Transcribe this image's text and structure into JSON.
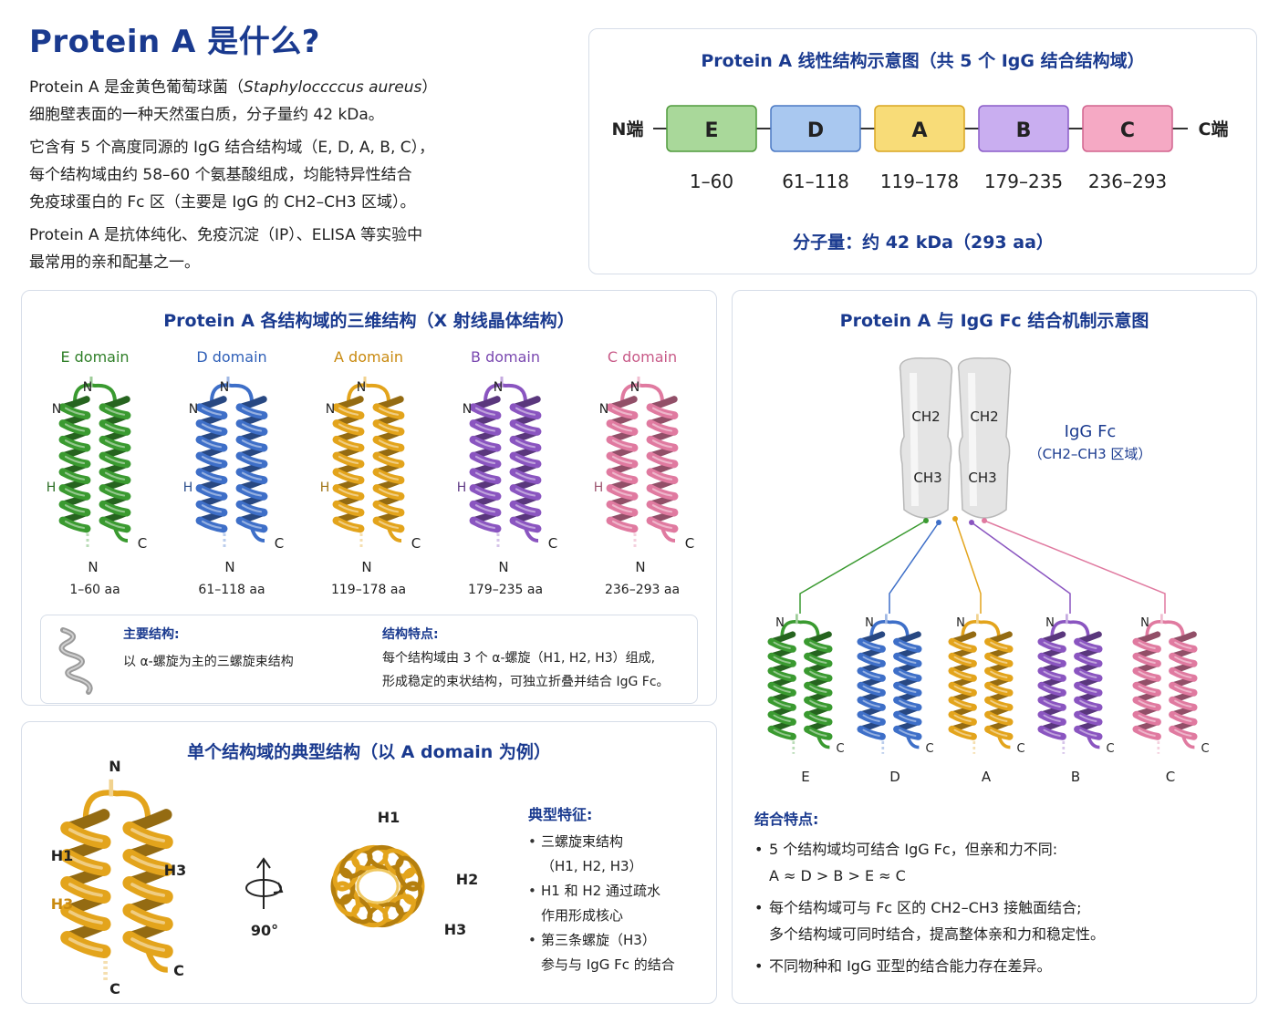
{
  "intro": {
    "title": "Protein A 是什么?",
    "p1_pre": "Protein A 是金黄色葡萄球菌（",
    "p1_italic": "Staphyloccccus aureus",
    "p1_post": "）",
    "p1_line2": "细胞壁表面的一种天然蛋白质，分子量约 42 kDa。",
    "p2_line1": "它含有 5 个高度同源的 IgG 结合结构域（E, D, A, B, C），",
    "p2_line2": "每个结构域由约 58–60 个氨基酸组成，均能特异性结合",
    "p2_line3": "免疫球蛋白的 Fc 区（主要是 IgG 的 CH2–CH3 区域）。",
    "p3_line1": "Protein A 是抗体纯化、免疫沉淀（IP）、ELISA 等实验中",
    "p3_line2": "最常用的亲和配基之一。"
  },
  "linear": {
    "title": "Protein A 线性结构示意图（共 5 个 IgG 结合结构域）",
    "n_label": "N端",
    "c_label": "C端",
    "domains": [
      {
        "name": "E",
        "range": "1–60",
        "fill": "#a9d89a",
        "stroke": "#4f9a3c"
      },
      {
        "name": "D",
        "range": "61–118",
        "fill": "#a9c8f0",
        "stroke": "#4a78c4"
      },
      {
        "name": "A",
        "range": "119–178",
        "fill": "#f8dc78",
        "stroke": "#d9a520"
      },
      {
        "name": "B",
        "range": "179–235",
        "fill": "#c9aef0",
        "stroke": "#8a5cc8"
      },
      {
        "name": "C",
        "range": "236–293",
        "fill": "#f5a9c4",
        "stroke": "#d2648e"
      }
    ],
    "mw": "分子量：约 42 kDa（293 aa）"
  },
  "domains3d": {
    "title": "Protein A 各结构域的三维结构（X 射线晶体结构）",
    "items": [
      {
        "name": "E domain",
        "range": "1–60 aa",
        "color": "#3a9a30",
        "title_color": "#2f7f28"
      },
      {
        "name": "D domain",
        "range": "61–118 aa",
        "color": "#3e6fc8",
        "title_color": "#3060b8"
      },
      {
        "name": "A domain",
        "range": "119–178 aa",
        "color": "#e3a41c",
        "title_color": "#c98a10"
      },
      {
        "name": "B domain",
        "range": "179–235 aa",
        "color": "#8a55c0",
        "title_color": "#7a48b0"
      },
      {
        "name": "C domain",
        "range": "236–293 aa",
        "color": "#e07aa0",
        "title_color": "#c85a88"
      }
    ],
    "label_n": "N",
    "label_c": "C",
    "label_h": "H",
    "note_main_title": "主要结构:",
    "note_main_text": "以 α-螺旋为主的三螺旋束结构",
    "note_feat_title": "结构特点:",
    "note_feat_line1": "每个结构域由 3 个 α-螺旋（H1, H2, H3）组成,",
    "note_feat_line2": "形成稳定的束状结构，可独立折叠并结合 IgG Fc。"
  },
  "single": {
    "title": "单个结构域的典型结构（以 A domain 为例）",
    "label_n": "N",
    "label_c": "C",
    "h1": "H1",
    "h2": "H2",
    "h3": "H3",
    "rotate": "90°",
    "feat_title": "典型特征:",
    "feats": [
      {
        "l1": "三螺旋束结构",
        "l2": "（H1, H2, H3）"
      },
      {
        "l1": "H1 和 H2 通过疏水",
        "l2": "作用形成核心"
      },
      {
        "l1": "第三条螺旋（H3）",
        "l2": "参与与 IgG Fc 的结合"
      }
    ]
  },
  "binding": {
    "title": "Protein A 与 IgG Fc 结合机制示意图",
    "ch2": "CH2",
    "ch3": "CH3",
    "fc_label": "IgG Fc",
    "fc_sub": "（CH2–CH3 区域）",
    "domains": [
      "E",
      "D",
      "A",
      "B",
      "C"
    ],
    "label_n": "N",
    "label_c": "C",
    "feat_title": "结合特点:",
    "feat1_l1": "5 个结构域均可结合 IgG Fc，但亲和力不同:",
    "feat1_l2": "A ≈ D > B > E ≈ C",
    "feat2_l1": "每个结构域可与 Fc 区的 CH2–CH3 接触面结合;",
    "feat2_l2": "多个结构域可同时结合，提高整体亲和力和稳定性。",
    "feat3": "不同物种和 IgG 亚型的结合能力存在差异。"
  }
}
